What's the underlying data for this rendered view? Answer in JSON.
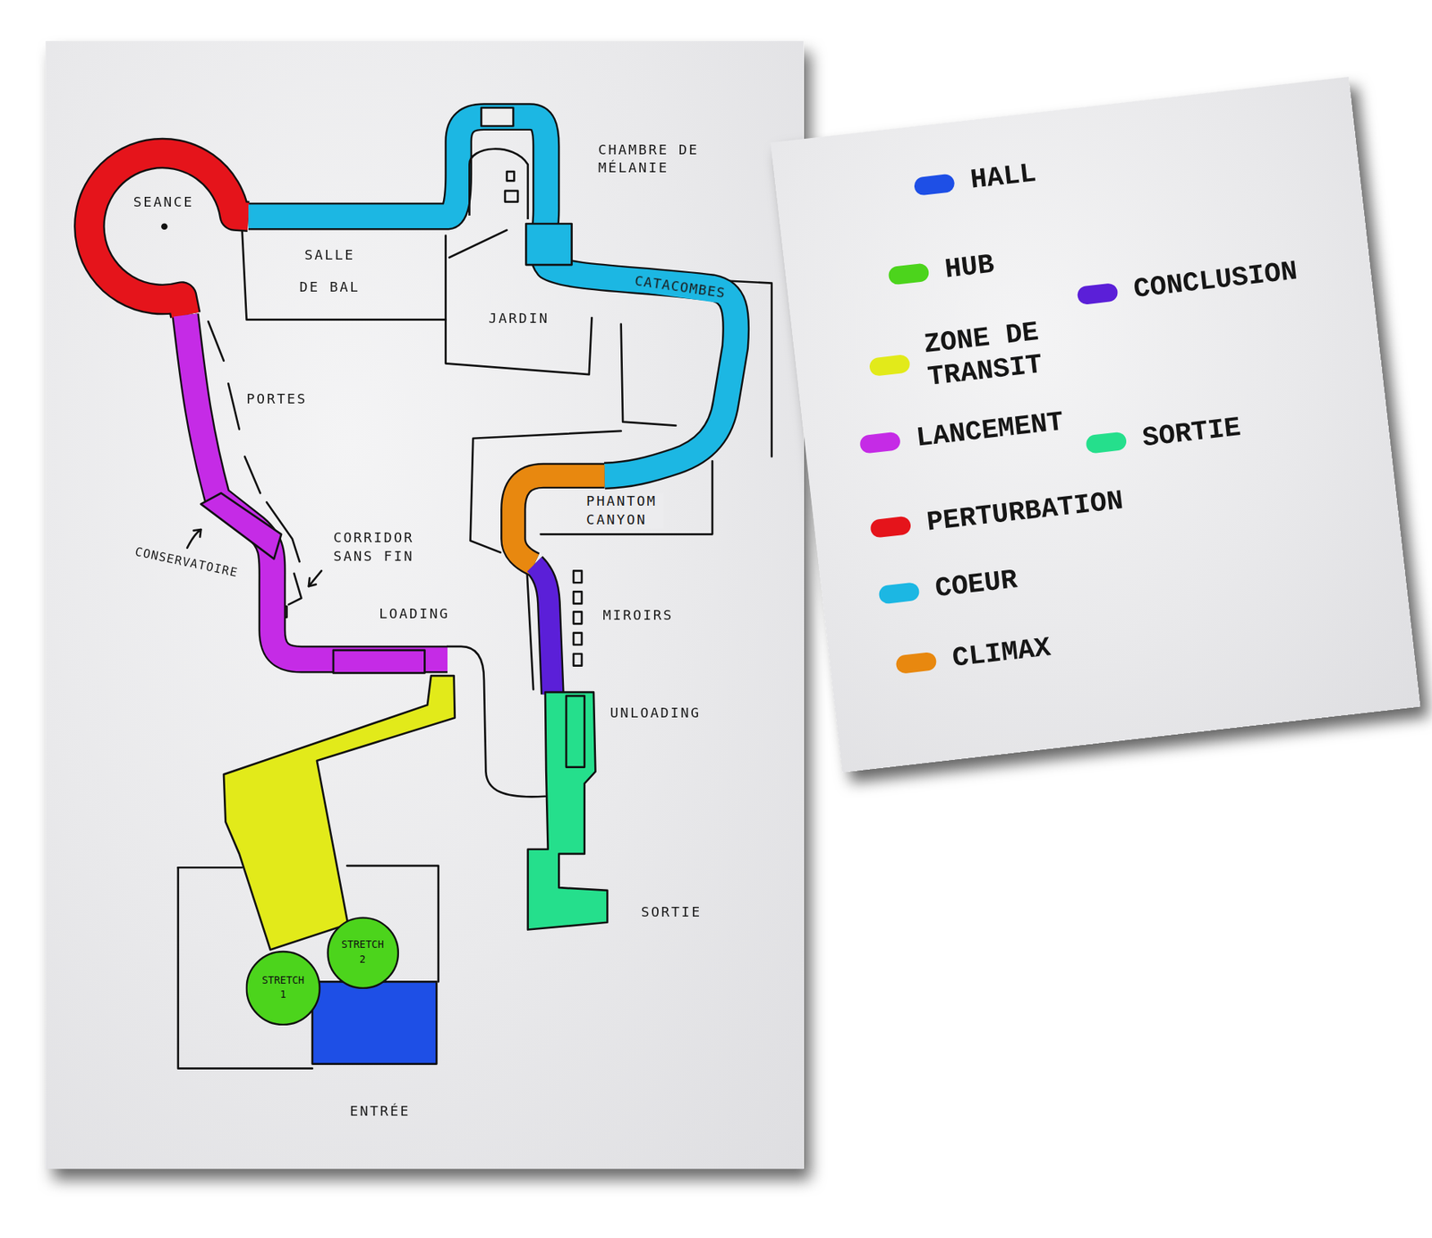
{
  "diagram": {
    "nodes": [
      {
        "text": [
          "STRETCH 2"
        ]
      },
      {
        "text": [
          "STRETCH 1"
        ]
      }
    ],
    "labels": [
      "SEANCE",
      "CHAMBRE DE MÉLANIE",
      "SALLE DE BAL",
      "CATACOMBES",
      "JARDIN",
      "PORTES",
      "CONSERVATOIRE",
      "CORRIDOR SANS FIN",
      "PHANTOM CANYON",
      "LOADING",
      "MIROIRS",
      "UNLOADING",
      "SORTIE",
      "ENTRÉE"
    ],
    "legend": [
      {
        "text": "HALL",
        "color": "#1e4fe6"
      },
      {
        "text": "HUB",
        "color": "#4cd41c"
      },
      {
        "text": "CONCLUSION",
        "color": "#5b1fd8"
      },
      {
        "text": "ZONE DE TRANSIT",
        "color": "#e2ea1a"
      },
      {
        "text": "LANCEMENT",
        "color": "#c52be6"
      },
      {
        "text": "SORTIE",
        "color": "#25df8c"
      },
      {
        "text": "PERTURBATION",
        "color": "#e5141b"
      },
      {
        "text": "COEUR",
        "color": "#1cb7e3"
      },
      {
        "text": "CLIMAX",
        "color": "#e8880f"
      }
    ]
  }
}
